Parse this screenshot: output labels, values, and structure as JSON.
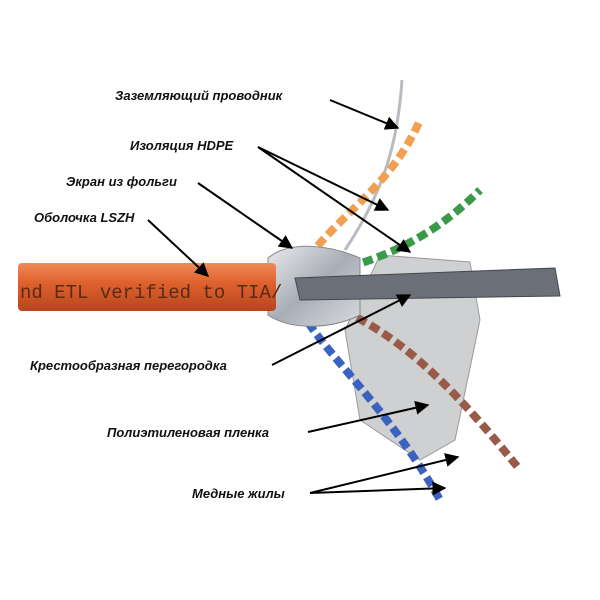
{
  "title": "Cable structure diagram",
  "labels": {
    "ground_wire": "Заземляющий проводник",
    "insulation": "Изоляция HDPE",
    "foil_screen": "Экран из фольги",
    "jacket": "Оболочка LSZH",
    "cross_separator": "Крестообразная перегородка",
    "pe_film": "Полиэтиленовая пленка",
    "copper_cores": "Медные жилы"
  },
  "jacket_print": "nd ETL verified to TIA/",
  "colors": {
    "jacket": "#e0632e",
    "foil": "#b9bcc4",
    "separator": "#6b6f78",
    "orange_pair": "#f0a050",
    "green_pair": "#3a9a4a",
    "blue_pair": "#3a62c0",
    "brown_pair": "#9a5a48"
  }
}
